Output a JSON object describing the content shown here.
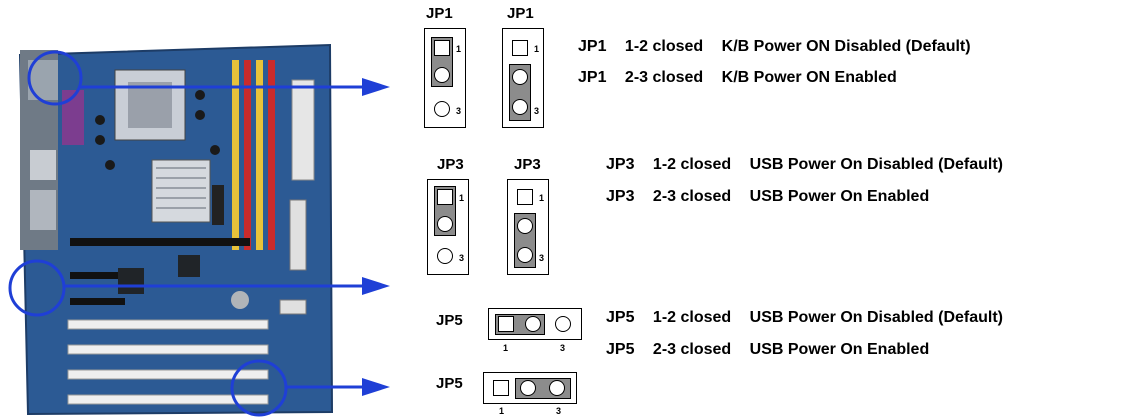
{
  "jp1": {
    "label_left": "JP1",
    "label_right": "JP1",
    "pin_start": "1",
    "pin_end": "3",
    "rows": [
      {
        "jumper": "JP1",
        "pins": "1-2 closed",
        "function": "K/B Power ON Disabled (Default)"
      },
      {
        "jumper": "JP1",
        "pins": "2-3 closed",
        "function": "K/B Power ON Enabled"
      }
    ]
  },
  "jp3": {
    "label_left": "JP3",
    "label_right": "JP3",
    "pin_start": "1",
    "pin_end": "3",
    "rows": [
      {
        "jumper": "JP3",
        "pins": "1-2 closed",
        "function": "USB Power On Disabled (Default)"
      },
      {
        "jumper": "JP3",
        "pins": "2-3 closed",
        "function": "USB Power On Enabled"
      }
    ]
  },
  "jp5": {
    "label_top": "JP5",
    "label_bottom": "JP5",
    "pin_start": "1",
    "pin_end": "3",
    "rows": [
      {
        "jumper": "JP5",
        "pins": "1-2 closed",
        "function": "USB Power On Disabled (Default)"
      },
      {
        "jumper": "JP5",
        "pins": "2-3 closed",
        "function": "USB Power On Enabled"
      }
    ]
  },
  "colors": {
    "arrow": "#1f3fd6",
    "board": "#2c5a94",
    "jumper_cap": "#8c8c8c"
  }
}
